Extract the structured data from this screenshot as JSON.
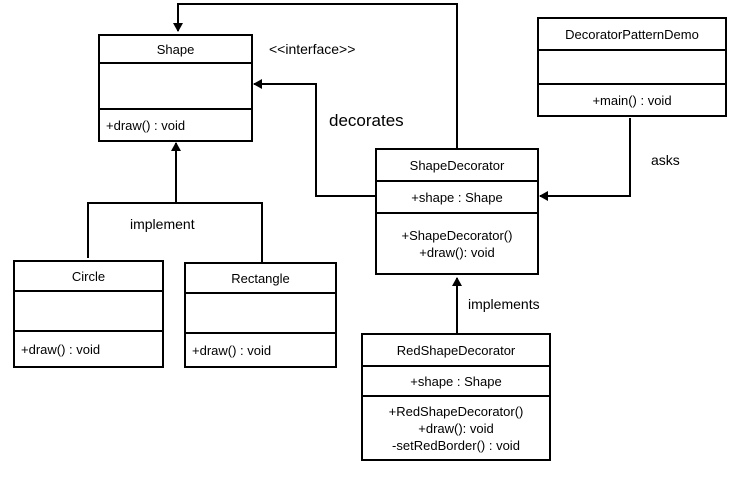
{
  "classes": {
    "shape": {
      "name": "Shape",
      "attributes": "",
      "methods": [
        "+draw() : void"
      ]
    },
    "circle": {
      "name": "Circle",
      "attributes": "",
      "methods": [
        "+draw() : void"
      ]
    },
    "rectangle": {
      "name": "Rectangle",
      "attributes": "",
      "methods": [
        "+draw() : void"
      ]
    },
    "shape_decorator": {
      "name": "ShapeDecorator",
      "attributes": "+shape : Shape",
      "methods": [
        "+ShapeDecorator()",
        "+draw(): void"
      ]
    },
    "demo": {
      "name": "DecoratorPatternDemo",
      "attributes": "",
      "methods": [
        "+main() : void"
      ]
    },
    "red_shape_decorator": {
      "name": "RedShapeDecorator",
      "attributes": "+shape : Shape",
      "methods": [
        "+RedShapeDecorator()",
        "+draw(): void",
        "-setRedBorder() : void"
      ]
    }
  },
  "labels": {
    "interface": "<<interface>>",
    "decorates": "decorates",
    "implement": "implement",
    "implements": "implements",
    "asks": "asks"
  }
}
